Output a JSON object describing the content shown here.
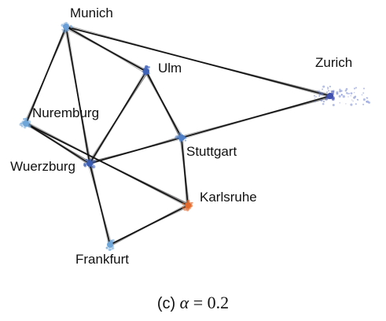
{
  "graph": {
    "nodes": [
      {
        "id": "munich",
        "label": "Munich",
        "color": "#6a9ed6"
      },
      {
        "id": "ulm",
        "label": "Ulm",
        "color": "#3f63b8"
      },
      {
        "id": "zurich",
        "label": "Zurich",
        "color": "#3f4fb0"
      },
      {
        "id": "nuremburg",
        "label": "Nuremburg",
        "color": "#6fa6d9"
      },
      {
        "id": "stuttgart",
        "label": "Stuttgart",
        "color": "#4f7fc7"
      },
      {
        "id": "wuerzburg",
        "label": "Wuerzburg",
        "color": "#3a5db3"
      },
      {
        "id": "karlsruhe",
        "label": "Karlsruhe",
        "color": "#e26a2c"
      },
      {
        "id": "frankfurt",
        "label": "Frankfurt",
        "color": "#6fa6d9"
      }
    ],
    "edges": [
      [
        "munich",
        "zurich"
      ],
      [
        "munich",
        "ulm"
      ],
      [
        "munich",
        "nuremburg"
      ],
      [
        "munich",
        "wuerzburg"
      ],
      [
        "ulm",
        "stuttgart"
      ],
      [
        "ulm",
        "wuerzburg"
      ],
      [
        "nuremburg",
        "wuerzburg"
      ],
      [
        "nuremburg",
        "karlsruhe"
      ],
      [
        "zurich",
        "stuttgart"
      ],
      [
        "stuttgart",
        "wuerzburg"
      ],
      [
        "stuttgart",
        "karlsruhe"
      ],
      [
        "wuerzburg",
        "frankfurt"
      ],
      [
        "karlsruhe",
        "frankfurt"
      ]
    ],
    "edge_color": "#111111"
  },
  "caption": {
    "letter": "(c)",
    "symbol": "α",
    "relation": "=",
    "value": "0.2"
  }
}
